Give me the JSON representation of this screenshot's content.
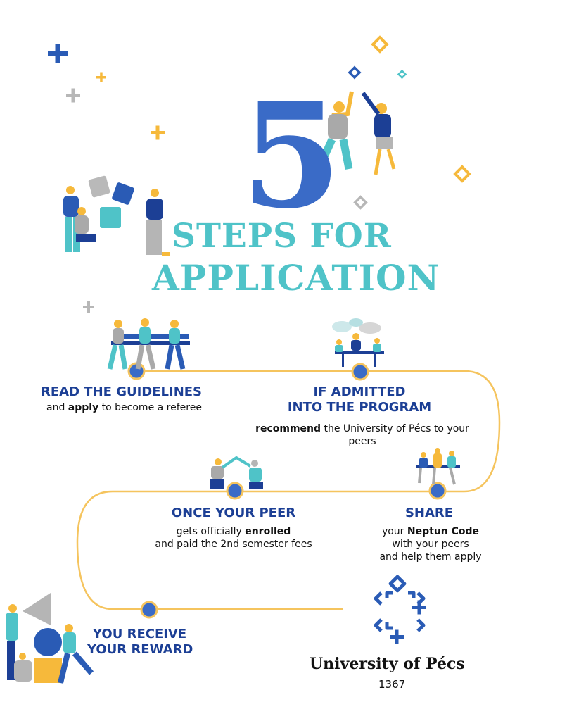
{
  "colors": {
    "primary_blue": "#3a6bc7",
    "dark_blue": "#1c3f95",
    "teal": "#4fc3c8",
    "path_yellow": "#f5c45e",
    "accent_yellow": "#f6b93b"
  },
  "hero": {
    "number": "5",
    "line1": "STEPS FOR",
    "line2": "APPLICATION"
  },
  "steps": [
    {
      "title": "READ THE GUIDELINES",
      "desc_before": "and ",
      "desc_bold": "apply",
      "desc_after": " to become a referee"
    },
    {
      "title_line1": "IF ADMITTED",
      "title_line2": "INTO THE PROGRAM",
      "desc_bold": "recommend",
      "desc_after": " the University of Pécs to your",
      "desc_line2": "peers"
    },
    {
      "title": "SHARE",
      "desc_before": "your ",
      "desc_bold": "Neptun Code",
      "desc_line2": "with your peers",
      "desc_line3": "and help them apply"
    },
    {
      "title": "ONCE YOUR PEER",
      "desc_before": "gets officially ",
      "desc_bold": "enrolled",
      "desc_line2": "and paid the 2nd semester fees"
    },
    {
      "title_line1": "YOU RECEIVE",
      "title_line2": "YOUR REWARD"
    }
  ],
  "university": {
    "name": "University of Pécs",
    "year": "1367",
    "logo_icon": "university-logo-icon"
  },
  "icons": [
    "plus-icon",
    "diamond-icon",
    "puzzle-illustration",
    "high-five-illustration",
    "team-carrying-illustration",
    "meeting-illustration",
    "reward-illustration"
  ]
}
